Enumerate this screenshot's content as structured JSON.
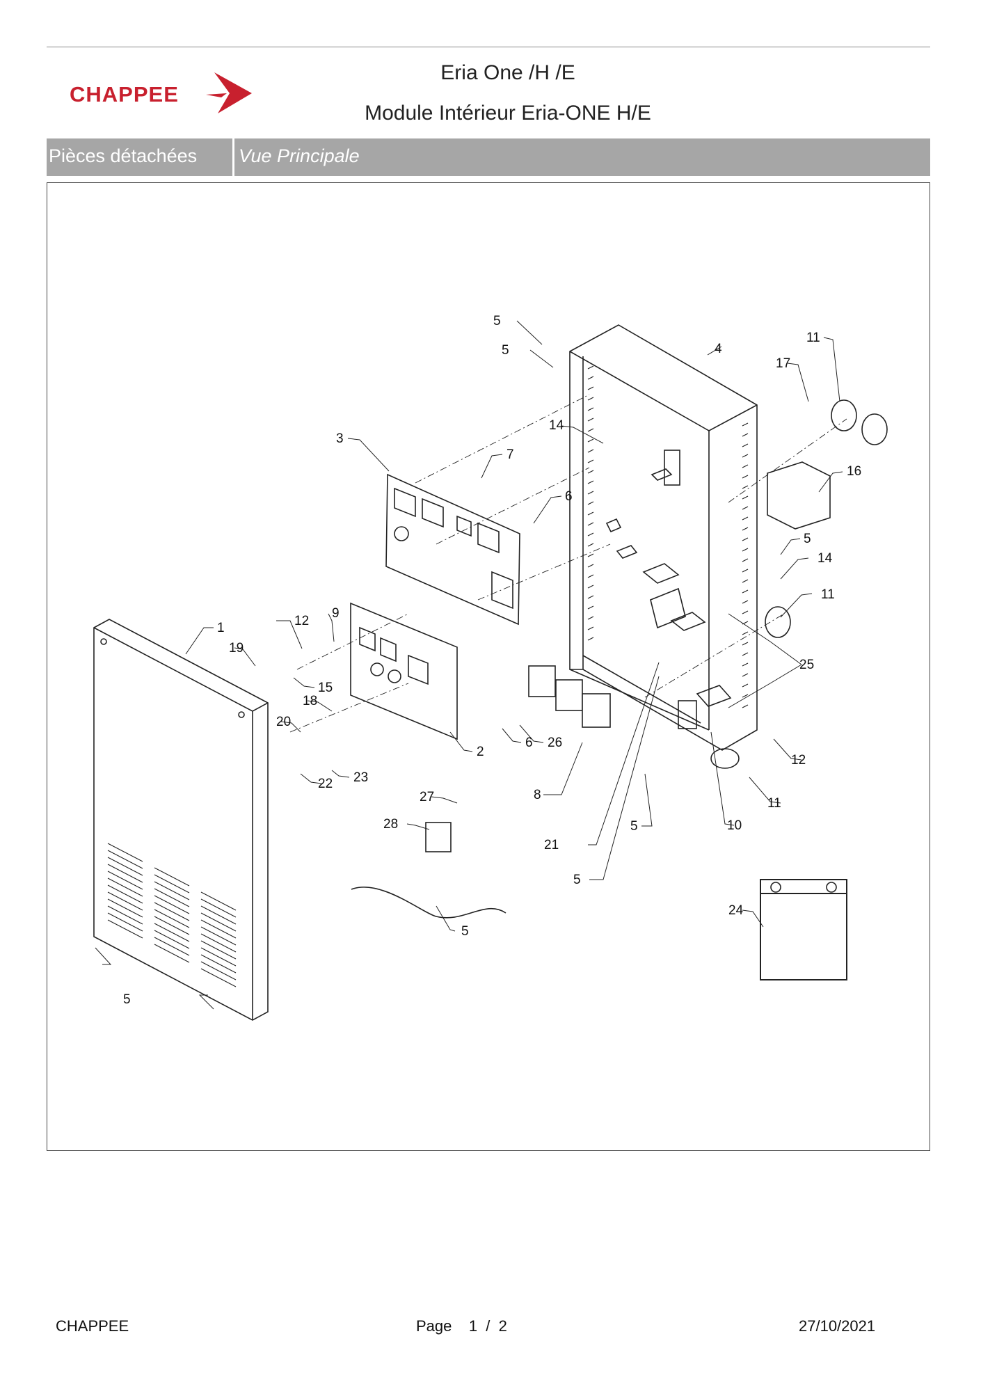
{
  "header": {
    "brand": "CHAPPEE",
    "title": "Eria One /H /E",
    "subtitle": "Module Intérieur Eria-ONE H/E"
  },
  "section_bar": {
    "category": "Pièces détachées",
    "view": "Vue Principale"
  },
  "colors": {
    "brand_red": "#c8202e",
    "bar_gray": "#a6a6a6"
  },
  "diagram": {
    "callouts": [
      "5",
      "5",
      "4",
      "11",
      "17",
      "3",
      "14",
      "7",
      "16",
      "6",
      "5",
      "14",
      "11",
      "1",
      "12",
      "9",
      "19",
      "15",
      "18",
      "20",
      "2",
      "6",
      "26",
      "25",
      "12",
      "22",
      "23",
      "8",
      "11",
      "27",
      "28",
      "5",
      "10",
      "21",
      "5",
      "5",
      "24",
      "5"
    ]
  },
  "footer": {
    "left": "CHAPPEE",
    "page": "Page    1  /  2",
    "date": "27/10/2021"
  }
}
